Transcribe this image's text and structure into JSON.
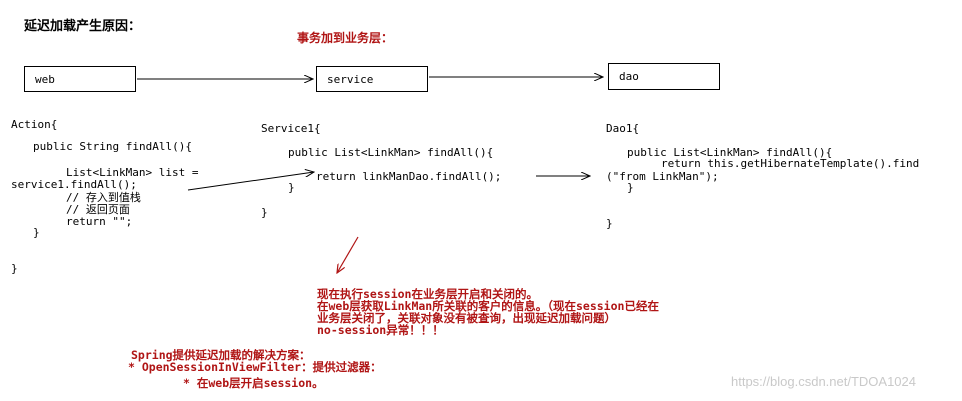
{
  "heading": "延迟加载产生原因：",
  "transaction_note": "事务加到业务层：",
  "layers": {
    "web": "web",
    "service": "service",
    "dao": "dao"
  },
  "action_code": {
    "l1": "Action{",
    "l2": "public String findAll(){",
    "l3": "List<LinkMan> list =",
    "l4": "service1.findAll();",
    "l5": "// 存入到值栈",
    "l6": "// 返回页面",
    "l7": "return \"\";",
    "l8": "}",
    "l9": "}"
  },
  "service_code": {
    "l1": "Service1{",
    "l2": "public List<LinkMan> findAll(){",
    "l3": "return linkManDao.findAll();",
    "l4": "}",
    "l5": "}"
  },
  "dao_code": {
    "l1": "Dao1{",
    "l2": "public List<LinkMan> findAll(){",
    "l3": "return this.getHibernateTemplate().find",
    "l4": "(\"from LinkMan\");",
    "l5": "}",
    "l6": "}"
  },
  "problem_note": {
    "l1": "现在执行session在业务层开启和关闭的。",
    "l2": "在web层获取LinkMan所关联的客户的信息。（现在session已经在",
    "l3": "业务层关闭了，关联对象没有被查询，出现延迟加载问题）",
    "l4": "no-session异常！！！"
  },
  "solution_note": {
    "l1": "Spring提供延迟加载的解决方案：",
    "l2": "* OpenSessionInViewFilter：提供过滤器：",
    "l3": "* 在web层开启session。"
  },
  "watermark": "https://blog.csdn.net/TDOA1024",
  "colors": {
    "annotation": "#b01515",
    "watermark": "#c9c9c9"
  }
}
